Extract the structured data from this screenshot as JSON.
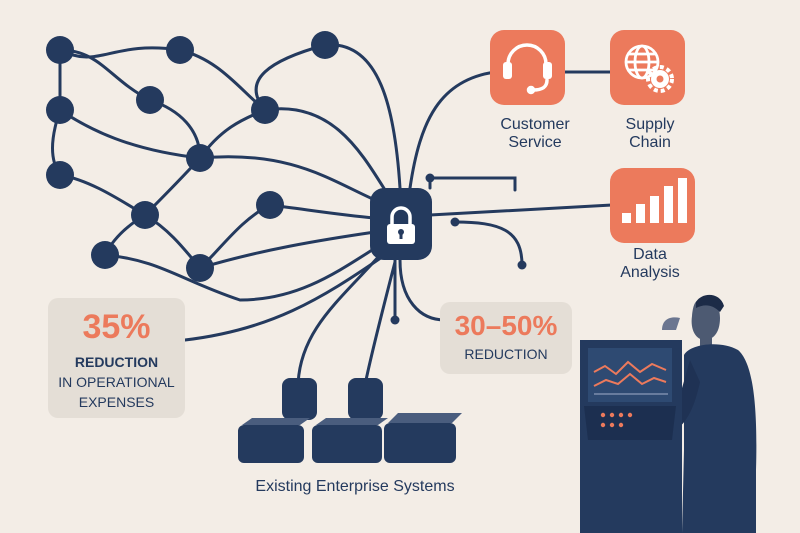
{
  "colors": {
    "background": "#f3ede6",
    "navy": "#243a5e",
    "accent": "#ec7a5c",
    "panel": "#e4ded6",
    "white": "#ffffff"
  },
  "center_node": {
    "icon": "lock-icon"
  },
  "apps": [
    {
      "label_line1": "Customer",
      "label_line2": "Service",
      "icon": "headset-icon"
    },
    {
      "label_line1": "Supply",
      "label_line2": "Chain",
      "icon": "globe-gear-icon"
    },
    {
      "label_line1": "Data",
      "label_line2": "Analysis",
      "icon": "bar-chart-icon"
    }
  ],
  "stats": [
    {
      "value": "35%",
      "line1": "REDUCTION",
      "line2": "IN OPERATIONAL",
      "line3": "EXPENSES"
    },
    {
      "value": "30–50%",
      "line1": "REDUCTION"
    }
  ],
  "footer": {
    "label": "Existing Enterprise Systems"
  },
  "figure": {
    "icon": "businessman-at-terminal-icon"
  }
}
